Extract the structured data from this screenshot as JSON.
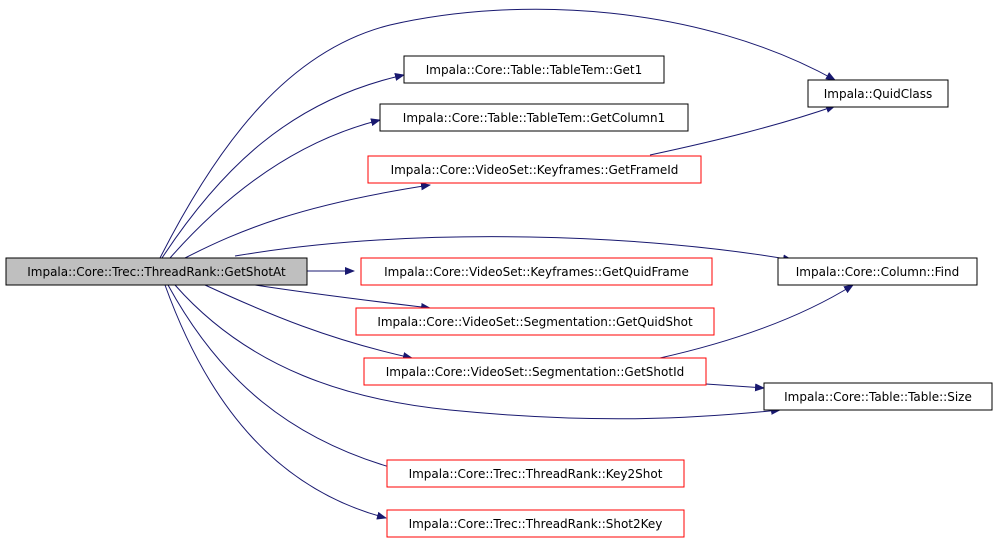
{
  "colors": {
    "edge": "#191970",
    "root_fill": "#bfbfbf",
    "documented_border": "#000000",
    "undocumented_border": "#ff0000"
  },
  "nodes": {
    "root": {
      "label": "Impala::Core::Trec::ThreadRank::GetShotAt"
    },
    "get1": {
      "label": "Impala::Core::Table::TableTem::Get1"
    },
    "getcolumn1": {
      "label": "Impala::Core::Table::TableTem::GetColumn1"
    },
    "getframeid": {
      "label": "Impala::Core::VideoSet::Keyframes::GetFrameId"
    },
    "getquidframe": {
      "label": "Impala::Core::VideoSet::Keyframes::GetQuidFrame"
    },
    "getquidshot": {
      "label": "Impala::Core::VideoSet::Segmentation::GetQuidShot"
    },
    "getshotid": {
      "label": "Impala::Core::VideoSet::Segmentation::GetShotId"
    },
    "key2shot": {
      "label": "Impala::Core::Trec::ThreadRank::Key2Shot"
    },
    "shot2key": {
      "label": "Impala::Core::Trec::ThreadRank::Shot2Key"
    },
    "quidclass": {
      "label": "Impala::QuidClass"
    },
    "find": {
      "label": "Impala::Core::Column::Find"
    },
    "size": {
      "label": "Impala::Core::Table::Table::Size"
    }
  }
}
